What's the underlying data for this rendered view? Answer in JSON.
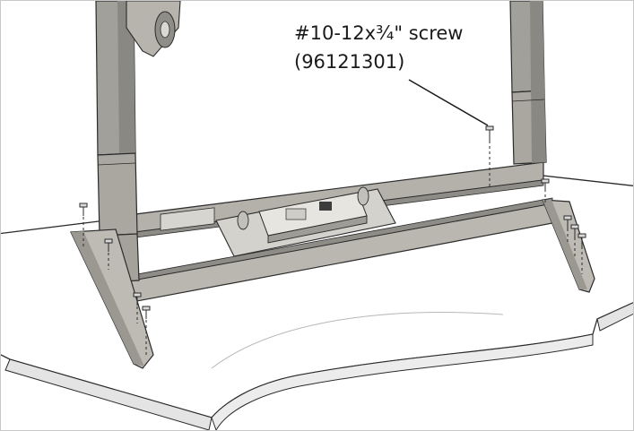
{
  "callout": {
    "screw_label": "#10-12x¾\" screw",
    "part_number": "(96121301)"
  },
  "colors": {
    "steel": "#9a9891",
    "steel_dark": "#6d6b66",
    "outline": "#2b2b2b",
    "tabletop": "#ffffff",
    "tabletop_edge": "#d7d7d7",
    "background": "#ffffff",
    "frame_border": "#c8c8c8"
  },
  "icons": [
    "screw-icon"
  ],
  "figure": {
    "type": "assembly-illustration",
    "subject": "desk base frame mounted to underside of tabletop",
    "screw_count_shown": 9
  }
}
